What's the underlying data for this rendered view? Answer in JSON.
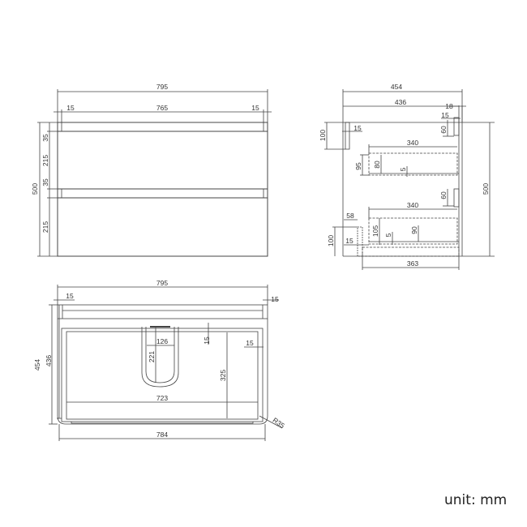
{
  "front_view": {
    "overall_width": "795",
    "side_left": "15",
    "inner_width": "765",
    "side_right": "15",
    "overall_height": "500",
    "top_rail": "35",
    "drawer_top": "215",
    "mid_rail": "35",
    "drawer_bottom": "215"
  },
  "side_view": {
    "overall_depth": "454",
    "inner_depth": "436",
    "back_panel": "18",
    "back_gap": "15",
    "top_handle_height": "100",
    "top_handle_thickness": "15",
    "upper_drawer_width": "340",
    "upper_drawer_height": "95",
    "upper_drawer_inner": "80",
    "upper_drawer_base": "5",
    "upper_runner": "60",
    "lower_runner": "60",
    "lower_drawer_width": "340",
    "lower_handle_offset": "58",
    "lower_drawer_height": "105",
    "lower_drawer_inner": "90",
    "lower_drawer_base": "5",
    "bottom_handle_height": "100",
    "bottom_handle_thickness": "15",
    "bottom_depth": "363",
    "overall_height": "500"
  },
  "top_view": {
    "overall_width": "795",
    "left_side": "15",
    "right_side": "15",
    "overall_depth": "454",
    "inner_depth": "436",
    "cutout_width": "126",
    "cutout_depth": "221",
    "back_panel": "15",
    "side_panel": "15",
    "drawer_depth": "325",
    "inner_width": "723",
    "base_width": "784",
    "corner_radius": "R35"
  },
  "unit_label": "unit: mm"
}
